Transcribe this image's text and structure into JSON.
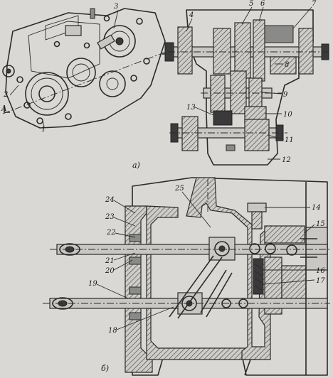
{
  "figure": {
    "subfig_a": "а)",
    "subfig_b": "б)",
    "section_mark": "А",
    "labels": [
      "1",
      "2",
      "3",
      "4",
      "5",
      "6",
      "7",
      "8",
      "9",
      "10",
      "11",
      "12",
      "13",
      "14",
      "15",
      "16",
      "17",
      "18",
      "19",
      "20",
      "21",
      "22",
      "23",
      "24",
      "25"
    ]
  },
  "colors": {
    "paper": "#dad8d4",
    "ink": "#2a2a2a",
    "shade": "#8a8a88"
  }
}
